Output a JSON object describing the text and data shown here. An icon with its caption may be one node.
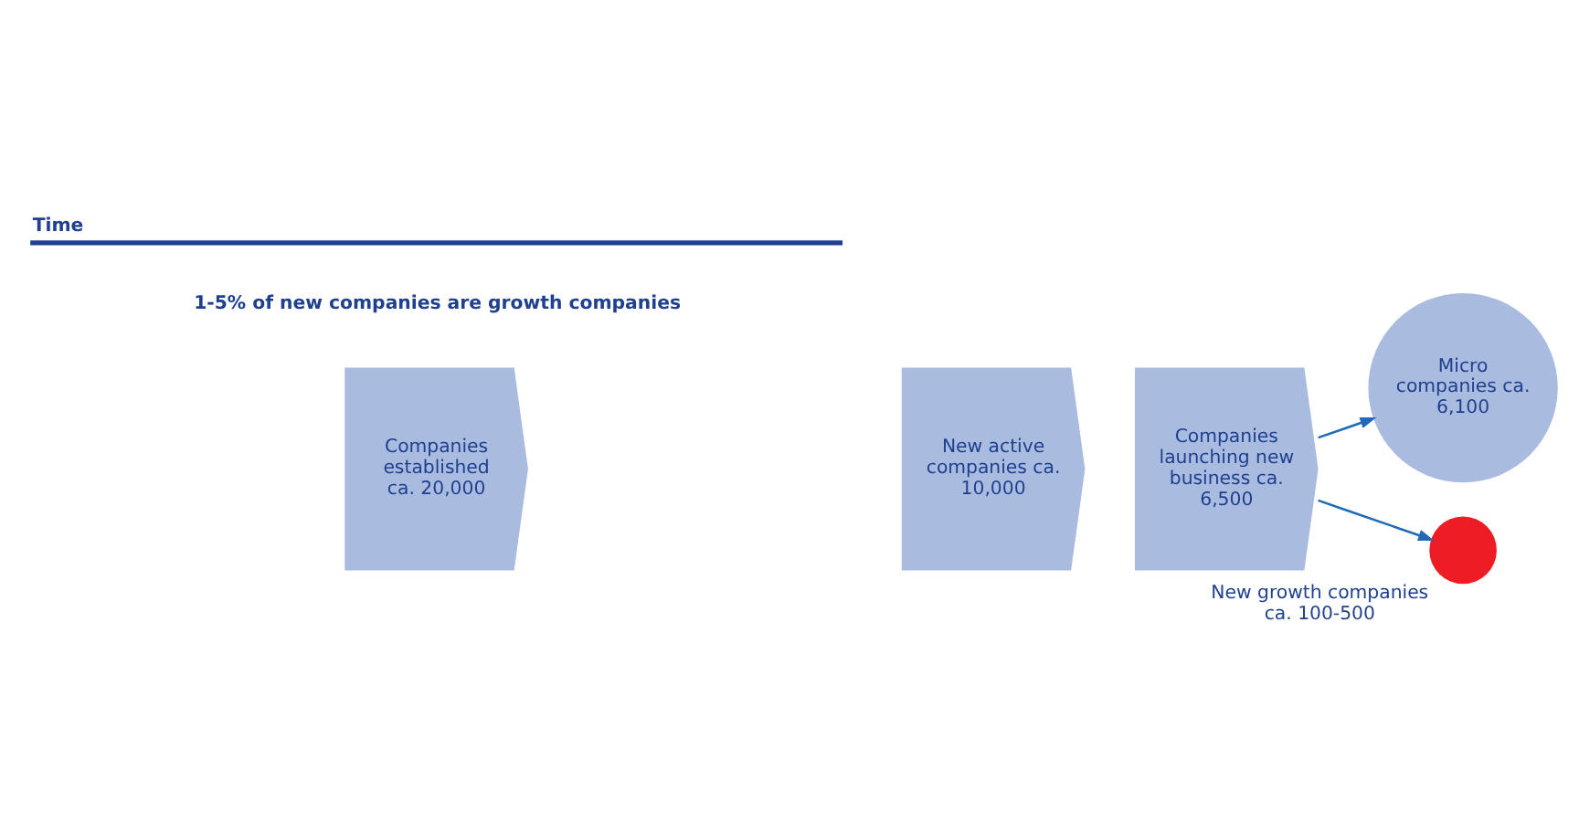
{
  "diagram": {
    "nodes": [
      {
        "text": [
          "Companies established ca. 20,000"
        ]
      },
      {
        "text": [
          "New active companies ca. 10,000"
        ]
      },
      {
        "text": [
          "Companies launching new business ca. 6,500"
        ]
      },
      {
        "text": [
          "Micro companies ca. 6,100"
        ]
      },
      {
        "text": [],
        "shape": "circle",
        "beside": [
          "New growth companies ca. 100-500"
        ]
      }
    ],
    "edges": [
      {
        "from": 2,
        "to": 3,
        "arrow": "to"
      },
      {
        "from": 2,
        "to": 4,
        "arrow": "to"
      }
    ],
    "labels": [
      "1-5% of new companies are growth companies",
      "Time"
    ]
  }
}
